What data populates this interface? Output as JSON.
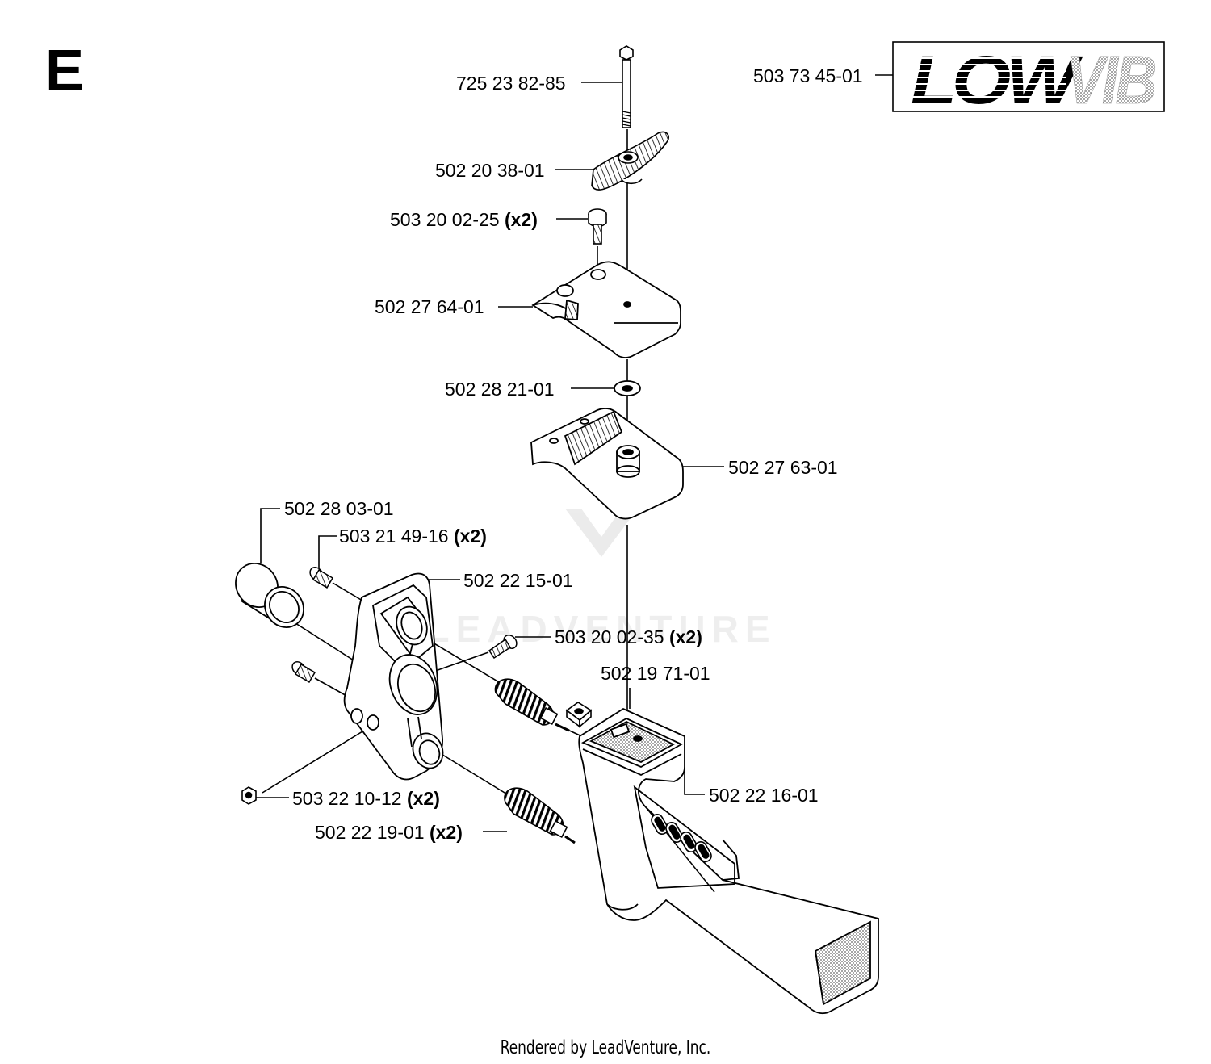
{
  "section_letter": "E",
  "footer_text": "Rendered by LeadVenture, Inc.",
  "watermark_text": "LEADVENTURE",
  "logo": {
    "text": "LOW VIB"
  },
  "parts": [
    {
      "id": "p1",
      "number": "725 23 82-85",
      "qty": ""
    },
    {
      "id": "p2",
      "number": "503 73 45-01",
      "qty": ""
    },
    {
      "id": "p3",
      "number": "502 20 38-01",
      "qty": ""
    },
    {
      "id": "p4",
      "number": "503 20 02-25",
      "qty": "(x2)"
    },
    {
      "id": "p5",
      "number": "502 27 64-01",
      "qty": ""
    },
    {
      "id": "p6",
      "number": "502 28 21-01",
      "qty": ""
    },
    {
      "id": "p7",
      "number": "502 27 63-01",
      "qty": ""
    },
    {
      "id": "p8",
      "number": "502 28 03-01",
      "qty": ""
    },
    {
      "id": "p9",
      "number": "503 21 49-16",
      "qty": "(x2)"
    },
    {
      "id": "p10",
      "number": "502 22 15-01",
      "qty": ""
    },
    {
      "id": "p11",
      "number": "503 20 02-35",
      "qty": "(x2)"
    },
    {
      "id": "p12",
      "number": "502 19 71-01",
      "qty": ""
    },
    {
      "id": "p13",
      "number": "502 22 16-01",
      "qty": ""
    },
    {
      "id": "p14",
      "number": "503 22 10-12",
      "qty": "(x2)"
    },
    {
      "id": "p15",
      "number": "502 22 19-01",
      "qty": "(x2)"
    }
  ]
}
